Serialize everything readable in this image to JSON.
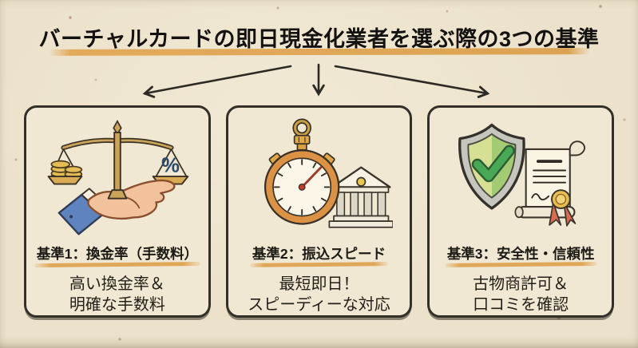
{
  "title": {
    "text": "バーチャルカードの即日現金化業者を選ぶ際の3つの基準"
  },
  "colors": {
    "background": "#ece2cb",
    "card_background": "#f1e8d3",
    "ink": "#2c2a24",
    "highlight": "#dba04a"
  },
  "cards": [
    {
      "icon": "balance-scale-hand-icon",
      "icon_text": "%",
      "heading": "基準1：換金率（手数料）",
      "lines": [
        "高い換金率＆",
        "明確な手数料"
      ]
    },
    {
      "icon": "stopwatch-bank-icon",
      "heading": "基準2：振込スピード",
      "lines": [
        "最短即日！",
        "スピーディーな対応"
      ]
    },
    {
      "icon": "shield-check-certificate-icon",
      "heading": "基準3：安全性・信頼性",
      "lines": [
        "古物商許可＆",
        "口コミを確認"
      ]
    }
  ]
}
